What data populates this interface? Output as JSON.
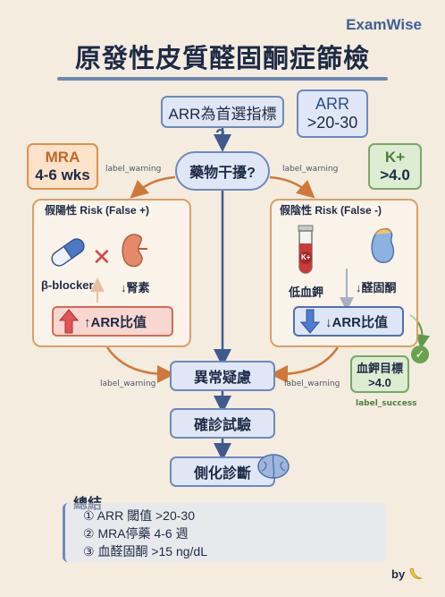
{
  "brand": "ExamWise",
  "title": "原發性皮質醛固酮症篩檢",
  "top_box": "ARR為首選指標",
  "arr_box": {
    "line1": "ARR",
    "line2": ">20-30"
  },
  "question": {
    "mark": "?",
    "text": "藥物干擾?"
  },
  "mra_box": {
    "line1": "MRA",
    "line2": "4-6 wks"
  },
  "k_box": {
    "line1": "K+",
    "line2": ">4.0"
  },
  "label_warning": "label_warning",
  "label_success": "label_success",
  "false_pos": {
    "title": "假陽性 Risk (False +)",
    "drug": "β-blocker",
    "kidney": "↓腎素",
    "result": "↑ARR比值"
  },
  "false_neg": {
    "title": "假陰性 Risk (False -)",
    "tube_label": "K+",
    "k_low": "低血鉀",
    "ald": "↓醛固酮",
    "result": "↓ARR比值"
  },
  "k_target": {
    "line1": "血鉀目標",
    "line2": ">4.0"
  },
  "suspect": "異常疑慮",
  "confirm": "確診試驗",
  "lateral": "側化診斷",
  "summary": {
    "title": "總結",
    "items": [
      "① ARR 閾值 >20-30",
      "② MRA停藥 4-6 週",
      "③ 血醛固酮 >15 ng/dL"
    ]
  },
  "byline": "by"
}
